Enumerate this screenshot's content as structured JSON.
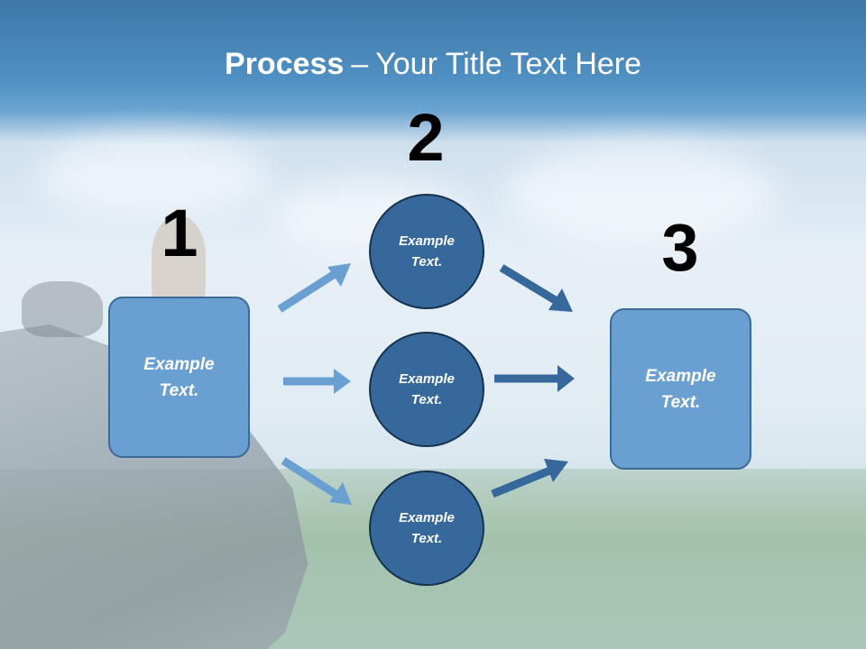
{
  "title": {
    "bold_part": "Process",
    "separator": "–",
    "rest": "Your Title Text Here"
  },
  "steps": [
    {
      "number": "1",
      "line1": "Example",
      "line2": "Text."
    },
    {
      "number": "2"
    },
    {
      "number": "3",
      "line1": "Example",
      "line2": "Text."
    }
  ],
  "circles": [
    {
      "line1": "Example",
      "line2": "Text."
    },
    {
      "line1": "Example",
      "line2": "Text."
    },
    {
      "line1": "Example",
      "line2": "Text."
    }
  ],
  "colors": {
    "box_fill": "#6a9fd2",
    "circle_fill": "#36689c",
    "left_arrow": "#6a9fd2",
    "right_arrow": "#36689c"
  }
}
